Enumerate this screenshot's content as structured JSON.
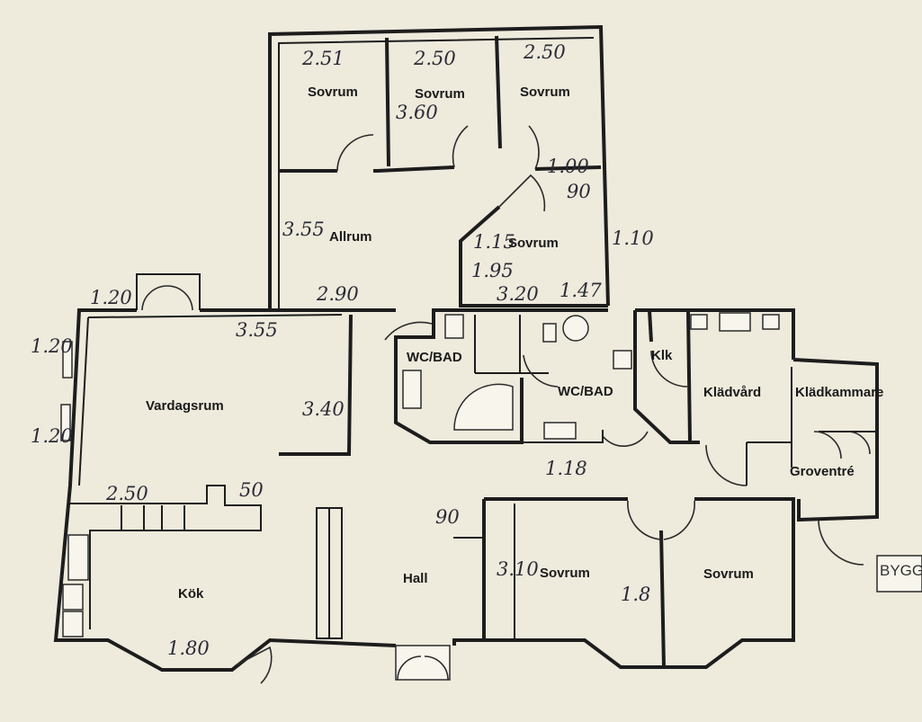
{
  "rooms": {
    "sovrum_nw": "Sovrum",
    "sovrum_n2": "Sovrum",
    "sovrum_n3": "Sovrum",
    "allrum": "Allrum",
    "sovrum_mid": "Sovrum",
    "vardagsrum": "Vardagsrum",
    "wc_bad_1": "WC/BAD",
    "wc_bad_2": "WC/BAD",
    "klk": "Klk",
    "kladvard": "Klädvård",
    "kladkammare": "Klädkammare",
    "groventre": "Groventré",
    "kok": "Kök",
    "hall": "Hall",
    "sovrum_s1": "Sovrum",
    "sovrum_s2": "Sovrum"
  },
  "measurements": {
    "m_251": "2.51",
    "m_250a": "2.50",
    "m_250b": "2.50",
    "m_360": "3.60",
    "m_100": "1.00",
    "m_90a": "90",
    "m_355a": "3.55",
    "m_115": "1.15",
    "m_195": "1.95",
    "m_110": "1.10",
    "m_290": "2.90",
    "m_320": "3.20",
    "m_147": "1.47",
    "m_120a": "1.20",
    "m_120b": "1.20",
    "m_120c": "1.20",
    "m_355b": "3.55",
    "m_340": "3.40",
    "m_250c": "2.50",
    "m_50": "50",
    "m_118": "1.18",
    "m_90b": "90",
    "m_310": "3.10",
    "m_18": "1.8",
    "m_180": "1.80"
  },
  "stamp": {
    "text": "BYGG"
  }
}
